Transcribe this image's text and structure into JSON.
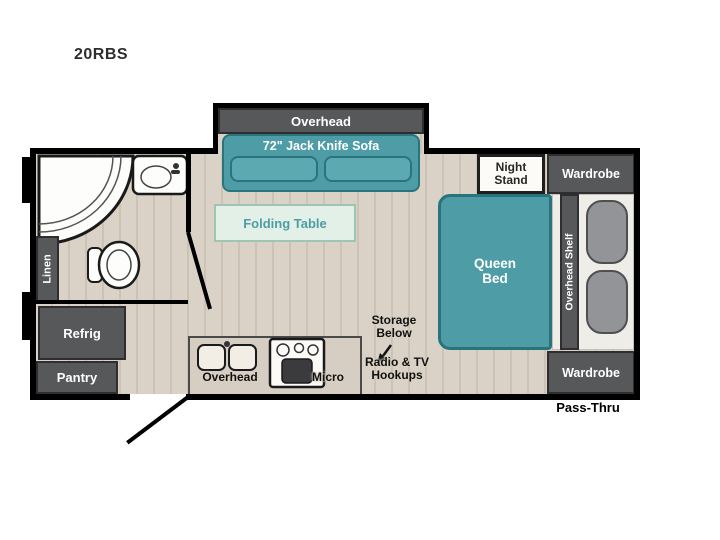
{
  "model": "20RBS",
  "colors": {
    "wall": "#000000",
    "floor": "#DAD2C6",
    "floor_stripe": "#CCC3B5",
    "teal": "#4E9DA6",
    "teal_dark": "#29737C",
    "mint_table": "#E2F0E7",
    "furniture_dark_gray": "#57585A",
    "pillow_gray": "#939497",
    "label_text": "#101010",
    "white": "#FFFFFF"
  },
  "slideout": {
    "cabinet_label": "Overhead",
    "sofa_label": "72\" Jack Knife Sofa"
  },
  "living": {
    "table_label": "Folding Table"
  },
  "kitchen": {
    "overhead_label": "Overhead",
    "micro_label": "Micro",
    "storage_line1": "Storage",
    "storage_line2": "Below",
    "hookups_line1": "Radio & TV",
    "hookups_line2": "Hookups"
  },
  "bath": {
    "linen_label": "Linen"
  },
  "storage_units": {
    "refrig_label": "Refrig",
    "pantry_label": "Pantry"
  },
  "bedroom": {
    "night_stand_line1": "Night",
    "night_stand_line2": "Stand",
    "wardrobe_top_label": "Wardrobe",
    "wardrobe_bottom_label": "Wardrobe",
    "bed_line1": "Queen",
    "bed_line2": "Bed",
    "overhead_shelf_label": "Overhead Shelf",
    "pass_thru_label": "Pass-Thru"
  }
}
